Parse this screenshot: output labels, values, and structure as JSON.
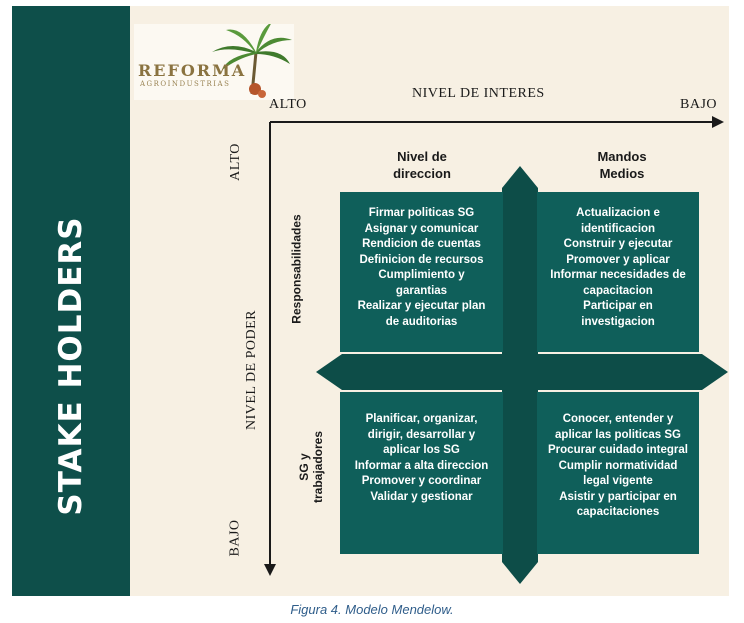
{
  "sidebar": {
    "title": "STAKE HOLDERS"
  },
  "logo": {
    "name": "REFORMA",
    "subtitle": "AGROINDUSTRIAS"
  },
  "axes": {
    "x_title": "NIVEL DE INTERES",
    "x_left": "ALTO",
    "x_right": "BAJO",
    "y_title": "NIVEL DE PODER",
    "y_top": "ALTO",
    "y_bottom": "BAJO"
  },
  "columns": {
    "left": [
      "Nivel de",
      "direccion"
    ],
    "right": [
      "Mandos",
      "Medios"
    ]
  },
  "rows": {
    "top": "Responsabilidades",
    "bottom": [
      "SG y",
      "trabajadores"
    ]
  },
  "quadrants": {
    "top_left": [
      "Firmar politicas SG",
      "Asignar y comunicar",
      "Rendicion de cuentas",
      "Definicion de recursos",
      "Cumplimiento y",
      "garantias",
      "Realizar y ejecutar plan",
      "de auditorias"
    ],
    "top_right": [
      "Actualizacion e",
      "identificacion",
      "Construir y ejecutar",
      "Promover y aplicar",
      "Informar necesidades de",
      "capacitacion",
      "Participar en",
      "investigacion"
    ],
    "bottom_left": [
      "Planificar, organizar,",
      "dirigir, desarrollar y",
      "aplicar los SG",
      "Informar a alta direccion",
      "Promover y coordinar",
      "Validar y gestionar"
    ],
    "bottom_right": [
      "Conocer, entender y",
      "aplicar las politicas SG",
      "Procurar cuidado integral",
      "Cumplir normatividad",
      "legal vigente",
      "Asistir y participar en",
      "capacitaciones"
    ]
  },
  "caption": "Figura 4. Modelo Mendelow.",
  "colors": {
    "teal_dark": "#0e4f4a",
    "teal": "#0f5f5a",
    "arrow": "#0d4d48",
    "background": "#f7f0e3"
  }
}
